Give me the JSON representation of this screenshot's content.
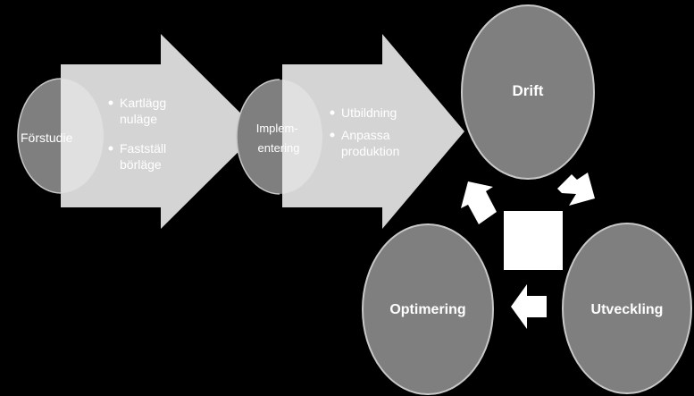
{
  "colors": {
    "background": "#000000",
    "circle_fill": "#7f7f7f",
    "circle_stroke": "#c8c8c8",
    "arrow_fill": "#ebebeb",
    "small_arrow_fill": "#ffffff",
    "center_square": "#ffffff",
    "bullet_text": "#ffffff",
    "circle_text": "#ffffff"
  },
  "phases": [
    {
      "label": "Förstudie",
      "bullets": [
        "Kartlägg nuläge",
        "Fastställ börläge"
      ]
    },
    {
      "label": "Implementering",
      "bullets": [
        "Utbildning",
        "Anpassa produktion"
      ]
    }
  ],
  "cycle": [
    {
      "label": "Drift"
    },
    {
      "label": "Utveckling"
    },
    {
      "label": "Optimering"
    }
  ]
}
